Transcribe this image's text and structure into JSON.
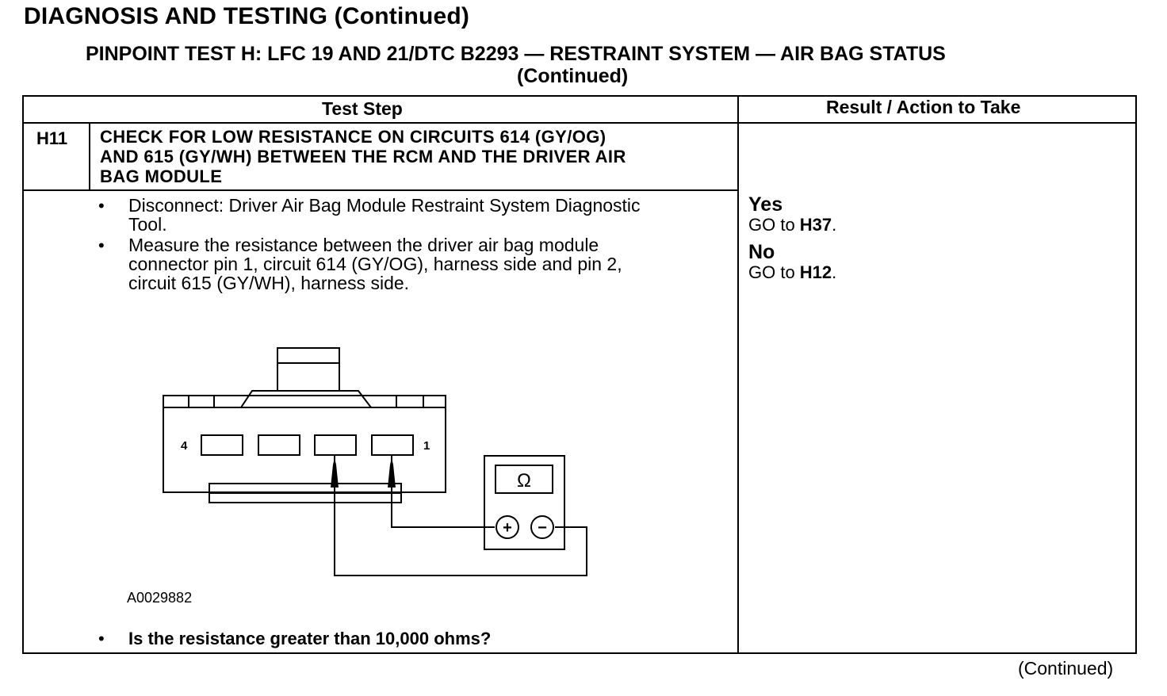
{
  "header": {
    "title": "DIAGNOSIS AND TESTING (Continued)",
    "subtitle_line1": "PINPOINT TEST H: LFC 19 AND 21/DTC B2293 — RESTRAINT SYSTEM — AIR BAG STATUS",
    "subtitle_line2": "(Continued)"
  },
  "table": {
    "col_test_step": "Test Step",
    "col_result": "Result / Action to Take",
    "step": {
      "id": "H11",
      "title_lines": [
        "CHECK FOR LOW RESISTANCE ON CIRCUITS 614 (GY/OG)",
        "AND 615 (GY/WH) BETWEEN THE RCM AND THE DRIVER AIR",
        "BAG MODULE"
      ],
      "bullets": [
        [
          "Disconnect: Driver Air Bag Module Restraint System Diagnostic",
          "Tool."
        ],
        [
          "Measure the resistance between the driver air bag module",
          "connector pin 1, circuit 614 (GY/OG), harness side and pin 2,",
          "circuit 615 (GY/WH), harness side."
        ]
      ],
      "figure": {
        "id": "A0029882",
        "pin_left_label": "4",
        "pin_right_label": "1",
        "meter_symbol": "Ω",
        "plus_symbol": "+",
        "minus_symbol": "−"
      },
      "question": "Is the resistance greater than 10,000 ohms?"
    },
    "results": [
      {
        "answer": "Yes",
        "action_prefix": "GO to ",
        "action_target": "H37",
        "action_suffix": "."
      },
      {
        "answer": "No",
        "action_prefix": "GO to ",
        "action_target": "H12",
        "action_suffix": "."
      }
    ]
  },
  "footer": "(Continued)",
  "bullet_symbol": "•"
}
